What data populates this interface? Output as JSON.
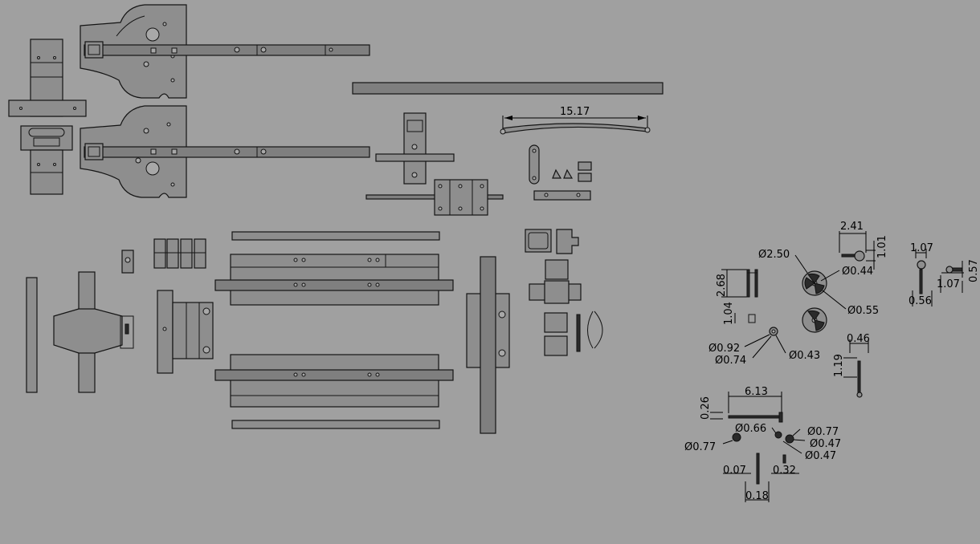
{
  "viewport": {
    "background": "#a0a0a0",
    "part_fill": "#8e8e8e",
    "line_color": "#141414"
  },
  "dimensions": {
    "rod_length": "15.17",
    "width_241": "2.41",
    "height_101": "1.01",
    "width_107a": "1.07",
    "height_057": "0.57",
    "width_107b": "1.07",
    "width_056": "0.56",
    "dia_250": "Ø2.50",
    "dia_044": "Ø0.44",
    "dia_055": "Ø0.55",
    "height_268": "2.68",
    "height_104": "1.04",
    "dia_092": "Ø0.92",
    "dia_074": "Ø0.74",
    "dia_043": "Ø0.43",
    "width_046": "0.46",
    "height_119": "1.19",
    "width_613": "6.13",
    "height_026": "0.26",
    "dia_066": "Ø0.66",
    "dia_077a": "Ø0.77",
    "dia_047a": "Ø0.47",
    "dia_047b": "Ø0.47",
    "dia_077b": "Ø0.77",
    "width_007": "0.07",
    "width_032": "0.32",
    "width_018": "0.18"
  }
}
